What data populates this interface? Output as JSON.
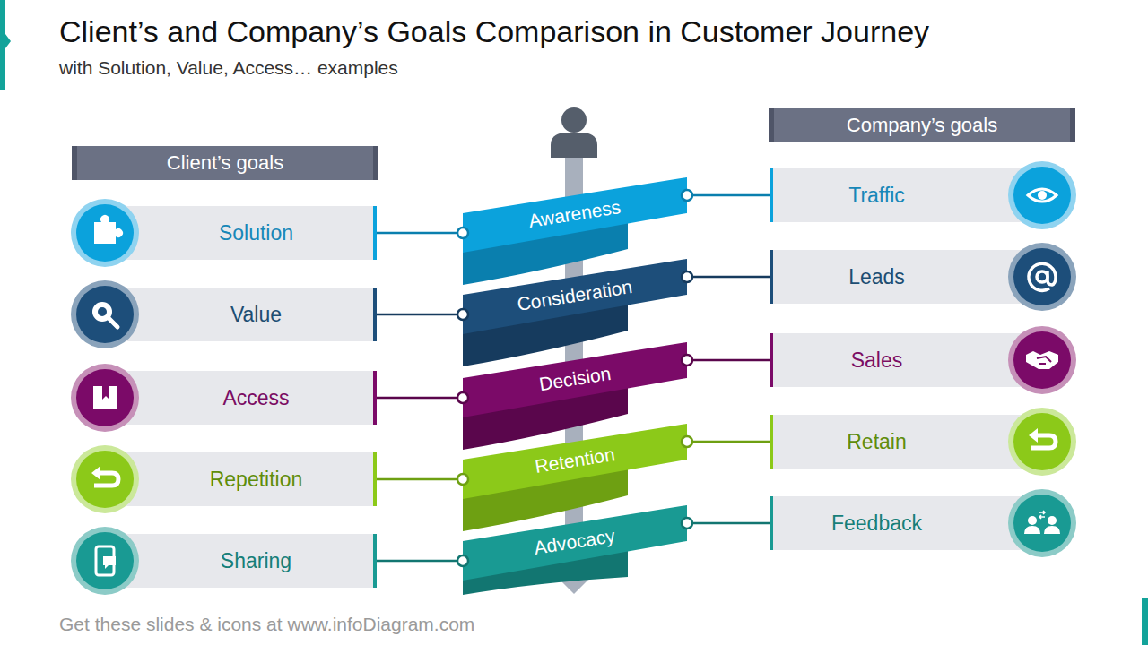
{
  "diagram": {
    "title": "Client’s and Company’s Goals Comparison in Customer Journey",
    "nodes": [
      {
        "text": [
          "Client’s goals"
        ]
      },
      {
        "text": [
          "Solution"
        ]
      },
      {
        "text": [
          "Value"
        ]
      },
      {
        "text": [
          "Access"
        ]
      },
      {
        "text": [
          "Repetition"
        ]
      },
      {
        "text": [
          "Sharing"
        ]
      },
      {
        "text": [
          "Awareness"
        ]
      },
      {
        "text": [
          "Consideration"
        ]
      },
      {
        "text": [
          "Decision"
        ]
      },
      {
        "text": [
          "Retention"
        ]
      },
      {
        "text": [
          "Advocacy"
        ]
      },
      {
        "text": [
          "Company’s goals"
        ]
      },
      {
        "text": [
          "Traffic"
        ]
      },
      {
        "text": [
          "Leads"
        ]
      },
      {
        "text": [
          "Sales"
        ]
      },
      {
        "text": [
          "Retain"
        ]
      },
      {
        "text": [
          "Feedback"
        ]
      }
    ],
    "edges": [
      {
        "from": 1,
        "to": 6,
        "arrow": "none"
      },
      {
        "from": 2,
        "to": 7,
        "arrow": "none"
      },
      {
        "from": 3,
        "to": 8,
        "arrow": "none"
      },
      {
        "from": 4,
        "to": 9,
        "arrow": "none"
      },
      {
        "from": 5,
        "to": 10,
        "arrow": "none"
      },
      {
        "from": 6,
        "to": 12,
        "arrow": "none"
      },
      {
        "from": 7,
        "to": 13,
        "arrow": "none"
      },
      {
        "from": 8,
        "to": 14,
        "arrow": "none"
      },
      {
        "from": 9,
        "to": 15,
        "arrow": "none"
      },
      {
        "from": 10,
        "to": 16,
        "arrow": "none"
      }
    ],
    "labels": [
      "with Solution, Value, Access… examples",
      "Get these slides & icons at www.infoDiagram.com"
    ]
  }
}
